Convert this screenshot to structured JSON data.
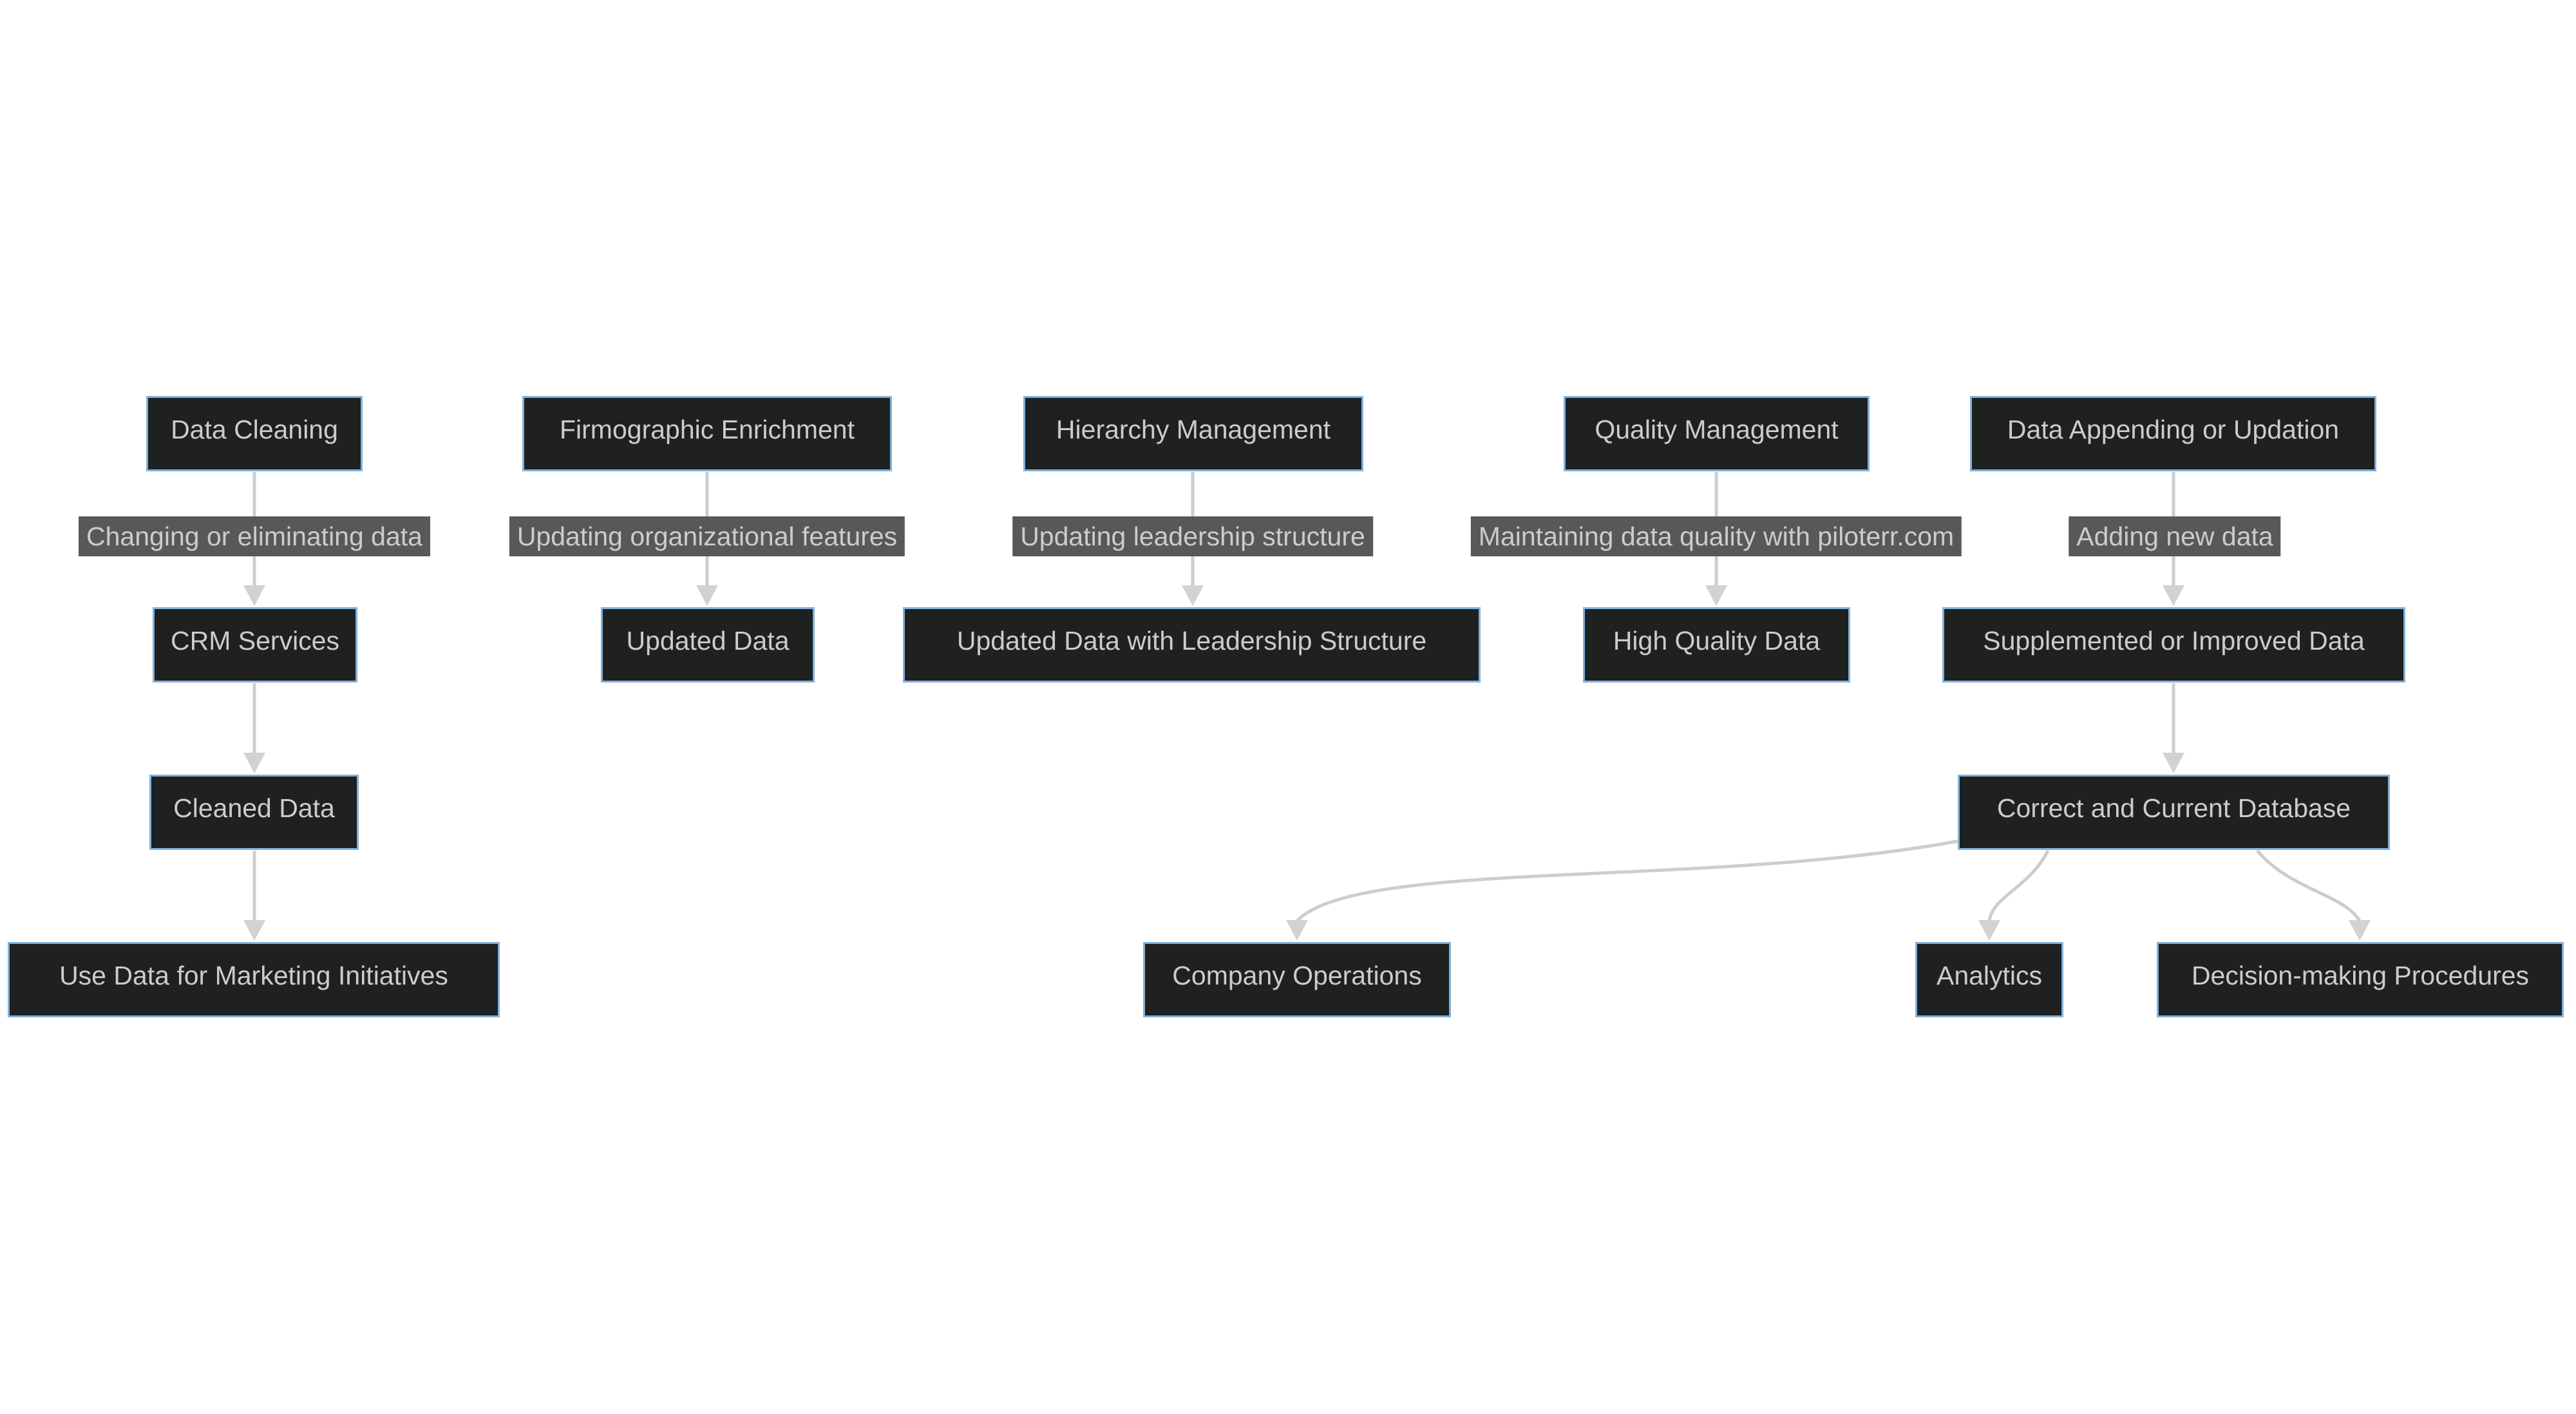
{
  "colors": {
    "background": "#ffffff",
    "node_fill": "#1f2020",
    "node_border": "#81b1db",
    "node_text": "#cccccc",
    "edge_label_bg": "#585858",
    "edge_label_text": "#cccccc",
    "line": "#cdcdcd",
    "arrowhead": "#d2d2d2"
  },
  "diagram": {
    "type": "flowchart",
    "direction": "top-down",
    "nodes": [
      {
        "id": "data-cleaning",
        "label": "Data Cleaning"
      },
      {
        "id": "firmographic-enrichment",
        "label": "Firmographic Enrichment"
      },
      {
        "id": "hierarchy-management",
        "label": "Hierarchy Management"
      },
      {
        "id": "quality-management",
        "label": "Quality Management"
      },
      {
        "id": "data-appending-or-updation",
        "label": "Data Appending or Updation"
      },
      {
        "id": "crm-services",
        "label": "CRM Services"
      },
      {
        "id": "updated-data",
        "label": "Updated Data"
      },
      {
        "id": "updated-data-with-leadership-structure",
        "label": "Updated Data with Leadership Structure"
      },
      {
        "id": "high-quality-data",
        "label": "High Quality Data"
      },
      {
        "id": "supplemented-or-improved-data",
        "label": "Supplemented or Improved Data"
      },
      {
        "id": "cleaned-data",
        "label": "Cleaned Data"
      },
      {
        "id": "correct-and-current-database",
        "label": "Correct and Current Database"
      },
      {
        "id": "use-data-for-marketing-initiatives",
        "label": "Use Data for Marketing Initiatives"
      },
      {
        "id": "company-operations",
        "label": "Company Operations"
      },
      {
        "id": "analytics",
        "label": "Analytics"
      },
      {
        "id": "decision-making-procedures",
        "label": "Decision-making Procedures"
      }
    ],
    "edge_labels": [
      {
        "label": "Changing or eliminating data"
      },
      {
        "label": "Updating organizational features"
      },
      {
        "label": "Updating leadership structure"
      },
      {
        "label": "Maintaining data quality with piloterr.com"
      },
      {
        "label": "Adding new data"
      }
    ],
    "edges": [
      {
        "from": "Data Cleaning",
        "to": "CRM Services",
        "label": "Changing or eliminating data"
      },
      {
        "from": "Firmographic Enrichment",
        "to": "Updated Data",
        "label": "Updating organizational features"
      },
      {
        "from": "Hierarchy Management",
        "to": "Updated Data with Leadership Structure",
        "label": "Updating leadership structure"
      },
      {
        "from": "Quality Management",
        "to": "High Quality Data",
        "label": "Maintaining data quality with piloterr.com"
      },
      {
        "from": "Data Appending or Updation",
        "to": "Supplemented or Improved Data",
        "label": "Adding new data"
      },
      {
        "from": "CRM Services",
        "to": "Cleaned Data"
      },
      {
        "from": "Cleaned Data",
        "to": "Use Data for Marketing Initiatives"
      },
      {
        "from": "Supplemented or Improved Data",
        "to": "Correct and Current Database"
      },
      {
        "from": "Correct and Current Database",
        "to": "Company Operations"
      },
      {
        "from": "Correct and Current Database",
        "to": "Analytics"
      },
      {
        "from": "Correct and Current Database",
        "to": "Decision-making Procedures"
      }
    ]
  }
}
